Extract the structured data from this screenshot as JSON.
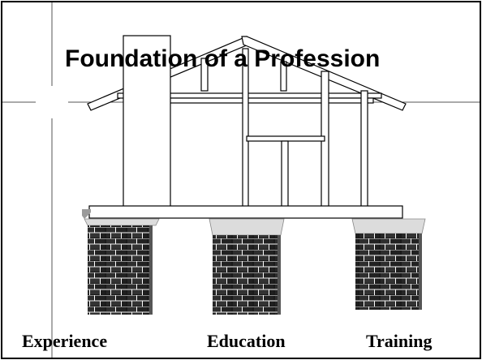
{
  "slide": {
    "title": "Foundation of a Profession",
    "pillars": [
      {
        "label": "Experience"
      },
      {
        "label": "Education"
      },
      {
        "label": "Training"
      }
    ]
  },
  "colors": {
    "brick_dark": "#1a1a1a",
    "brick_mid": "#333333",
    "mortar": "#ffffff",
    "cap_light": "#dcdcdc",
    "cap_dark": "#9a9a9a",
    "outline": "#000000"
  },
  "icons": {
    "house_frame": "house-frame-icon",
    "brick_pillar": "brick-pillar-icon",
    "lens_flare": "lens-flare-icon"
  }
}
